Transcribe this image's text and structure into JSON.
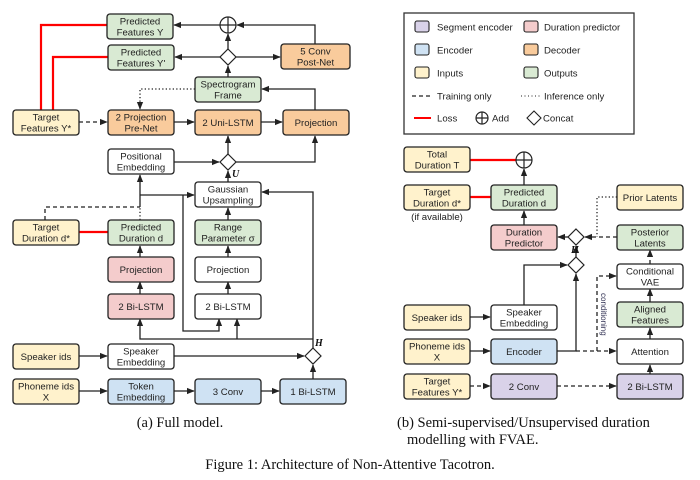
{
  "colors": {
    "segment_encoder": "#d9d2e9",
    "duration_predictor": "#f4cccc",
    "encoder": "#cfe2f3",
    "decoder": "#f9cb9c",
    "inputs": "#fff2cc",
    "outputs": "#d9ead3",
    "plain": "#ffffff",
    "loss": "#ff0000",
    "line": "#222222"
  },
  "legend": {
    "items": [
      {
        "label": "Segment encoder",
        "kind": "segment_encoder"
      },
      {
        "label": "Duration predictor",
        "kind": "duration_predictor"
      },
      {
        "label": "Encoder",
        "kind": "encoder"
      },
      {
        "label": "Decoder",
        "kind": "decoder"
      },
      {
        "label": "Inputs",
        "kind": "inputs"
      },
      {
        "label": "Outputs",
        "kind": "outputs"
      },
      {
        "label": "Training only",
        "kind": "dashed"
      },
      {
        "label": "Inference only",
        "kind": "dotted"
      },
      {
        "label": "Loss",
        "kind": "loss"
      },
      {
        "label": "Add",
        "kind": "add"
      },
      {
        "label": "Concat",
        "kind": "concat"
      }
    ]
  },
  "panel_a": {
    "caption": "(a) Full model.",
    "var_U": "U",
    "var_H": "H",
    "boxes": {
      "pred_y": {
        "lines": [
          "Predicted",
          "Features Y"
        ],
        "kind": "outputs"
      },
      "pred_y2": {
        "lines": [
          "Predicted",
          "Features Y'"
        ],
        "kind": "outputs"
      },
      "postnet": {
        "lines": [
          "5 Conv",
          "Post-Net"
        ],
        "kind": "decoder"
      },
      "spec": {
        "lines": [
          "Spectrogram",
          "Frame"
        ],
        "kind": "outputs"
      },
      "target_y": {
        "lines": [
          "Target",
          "Features Y*"
        ],
        "kind": "inputs"
      },
      "prenet": {
        "lines": [
          "2 Projection",
          "Pre-Net"
        ],
        "kind": "decoder"
      },
      "unilstm": {
        "lines": [
          "2 Uni-LSTM"
        ],
        "kind": "decoder"
      },
      "dec_proj": {
        "lines": [
          "Projection"
        ],
        "kind": "decoder"
      },
      "posemb": {
        "lines": [
          "Positional",
          "Embedding"
        ],
        "kind": "plain"
      },
      "gauss": {
        "lines": [
          "Gaussian",
          "Upsampling"
        ],
        "kind": "plain"
      },
      "target_d": {
        "lines": [
          "Target",
          "Duration d*"
        ],
        "kind": "inputs"
      },
      "pred_d": {
        "lines": [
          "Predicted",
          "Duration d"
        ],
        "kind": "outputs"
      },
      "range": {
        "lines": [
          "Range",
          "Parameter σ"
        ],
        "kind": "outputs"
      },
      "dur_proj": {
        "lines": [
          "Projection"
        ],
        "kind": "duration_predictor"
      },
      "range_proj": {
        "lines": [
          "Projection"
        ],
        "kind": "plain"
      },
      "dur_bilstm": {
        "lines": [
          "2 Bi-LSTM"
        ],
        "kind": "duration_predictor"
      },
      "range_bilstm": {
        "lines": [
          "2 Bi-LSTM"
        ],
        "kind": "plain"
      },
      "spk_ids": {
        "lines": [
          "Speaker ids"
        ],
        "kind": "inputs"
      },
      "spk_emb": {
        "lines": [
          "Speaker",
          "Embedding"
        ],
        "kind": "plain"
      },
      "phon_ids": {
        "lines": [
          "Phoneme ids",
          "X"
        ],
        "kind": "inputs"
      },
      "tok_emb": {
        "lines": [
          "Token",
          "Embedding"
        ],
        "kind": "encoder"
      },
      "conv3": {
        "lines": [
          "3 Conv"
        ],
        "kind": "encoder"
      },
      "bilstm1": {
        "lines": [
          "1 Bi-LSTM"
        ],
        "kind": "encoder"
      }
    }
  },
  "panel_b": {
    "caption_lines": [
      "(b) Semi-supervised/Unsupervised duration",
      "modelling with FVAE."
    ],
    "if_available": "(if available)",
    "conditioning": "conditioning",
    "var_H": "H",
    "boxes": {
      "total_T": {
        "lines": [
          "Total",
          "Duration T"
        ],
        "kind": "inputs"
      },
      "target_d": {
        "lines": [
          "Target",
          "Duration d*"
        ],
        "kind": "inputs"
      },
      "pred_d": {
        "lines": [
          "Predicted",
          "Duration d"
        ],
        "kind": "outputs"
      },
      "prior": {
        "lines": [
          "Prior Latents"
        ],
        "kind": "inputs"
      },
      "durpred": {
        "lines": [
          "Duration",
          "Predictor"
        ],
        "kind": "duration_predictor"
      },
      "posterior": {
        "lines": [
          "Posterior",
          "Latents"
        ],
        "kind": "outputs"
      },
      "cvae": {
        "lines": [
          "Conditional",
          "VAE"
        ],
        "kind": "plain"
      },
      "aligned": {
        "lines": [
          "Aligned",
          "Features"
        ],
        "kind": "outputs"
      },
      "spk_ids": {
        "lines": [
          "Speaker ids"
        ],
        "kind": "inputs"
      },
      "spk_emb": {
        "lines": [
          "Speaker",
          "Embedding"
        ],
        "kind": "plain"
      },
      "phon_ids": {
        "lines": [
          "Phoneme ids",
          "X"
        ],
        "kind": "inputs"
      },
      "encoder": {
        "lines": [
          "Encoder"
        ],
        "kind": "encoder"
      },
      "attention": {
        "lines": [
          "Attention"
        ],
        "kind": "plain"
      },
      "target_y": {
        "lines": [
          "Target",
          "Features Y*"
        ],
        "kind": "inputs"
      },
      "conv2": {
        "lines": [
          "2 Conv"
        ],
        "kind": "segment_encoder"
      },
      "bilstm2": {
        "lines": [
          "2 Bi-LSTM"
        ],
        "kind": "segment_encoder"
      }
    }
  },
  "figure_caption": "Figure 1: Architecture of Non-Attentive Tacotron."
}
